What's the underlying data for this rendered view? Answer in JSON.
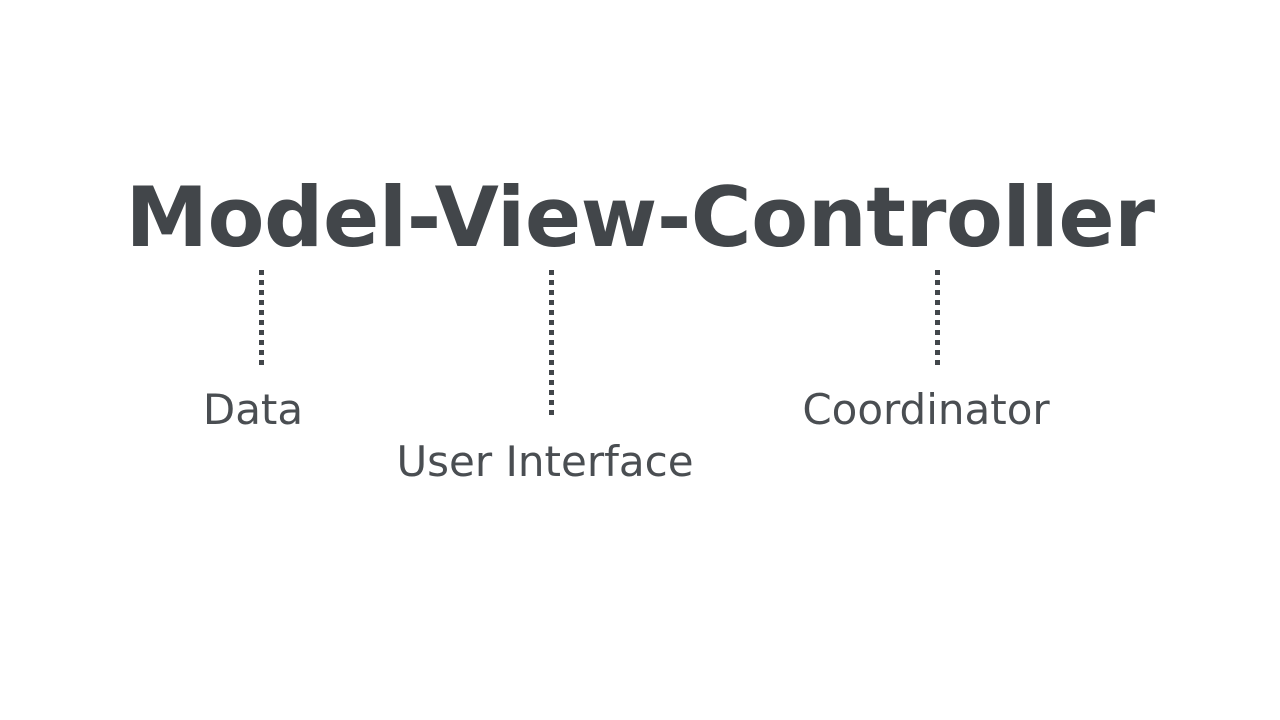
{
  "slide": {
    "background_color": "#ffffff",
    "text_color": "#42464a",
    "label_color": "#4a4e52",
    "title": "Model-View-Controller"
  },
  "diagram": {
    "type": "annotated-term-breakdown",
    "parts": [
      {
        "term": "Model",
        "annotation": "Data",
        "connector": "dotted-vertical-line"
      },
      {
        "term": "View",
        "annotation": "User Interface",
        "connector": "dotted-vertical-line"
      },
      {
        "term": "Controller",
        "annotation": "Coordinator",
        "connector": "dotted-vertical-line"
      }
    ]
  }
}
